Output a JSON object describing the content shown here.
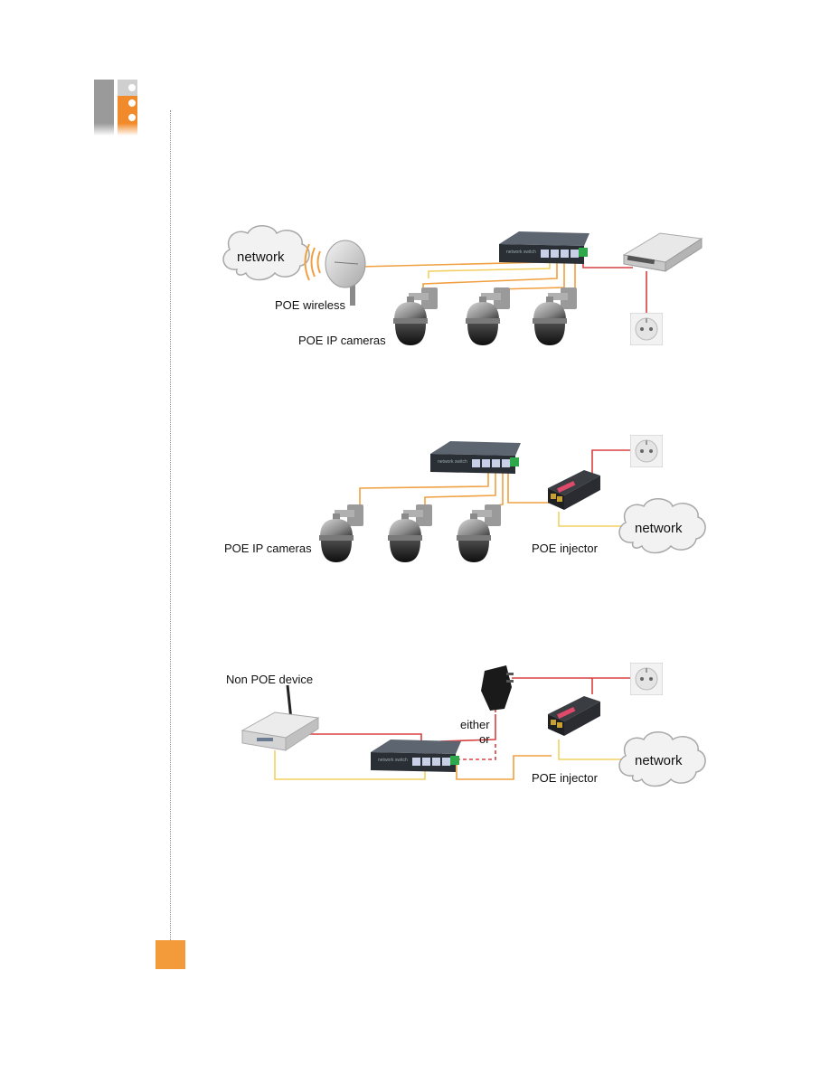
{
  "diagram1": {
    "network_label": "network",
    "wireless_label": "POE wireless",
    "cameras_label": "POE IP cameras"
  },
  "diagram2": {
    "cameras_label": "POE IP cameras",
    "injector_label": "POE injector",
    "network_label": "network"
  },
  "diagram3": {
    "device_label": "Non POE device",
    "either_label": "either",
    "or_label": "or",
    "injector_label": "POE injector",
    "network_label": "network"
  },
  "colors": {
    "orange_cable": "#f0a040",
    "yellow_cable": "#f2d060",
    "red_cable": "#d84040",
    "accent": "#f39a3a",
    "logo_gray": "#a0a0a0"
  }
}
